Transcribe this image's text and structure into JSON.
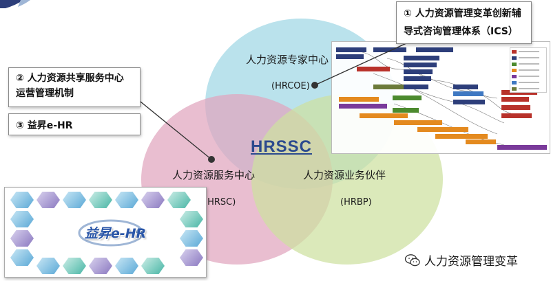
{
  "center_title": "HRSSC",
  "venn": {
    "top": {
      "label": "人力资源专家中心",
      "code": "(HRCOE)"
    },
    "left": {
      "label": "人力资源服务中心",
      "code": "(HRSC)"
    },
    "right": {
      "label": "人力资源业务伙伴",
      "code": "(HRBP)"
    }
  },
  "callouts": {
    "one": "① 人力资源管理变革创新辅导式咨询管理体系（ICS）",
    "two": "② 人力资源共享服务中心运营管理机制",
    "three": "③ 益昇e-HR"
  },
  "ehr": {
    "title": "益昇e-HR"
  },
  "watermark": {
    "text": "人力资源管理变革",
    "icon": "wechat-icon"
  },
  "colors": {
    "center_title": "#2b4a8e",
    "circle_top": "#a0d7e4",
    "circle_left": "#e1a5be",
    "circle_right": "#cde1a0"
  }
}
